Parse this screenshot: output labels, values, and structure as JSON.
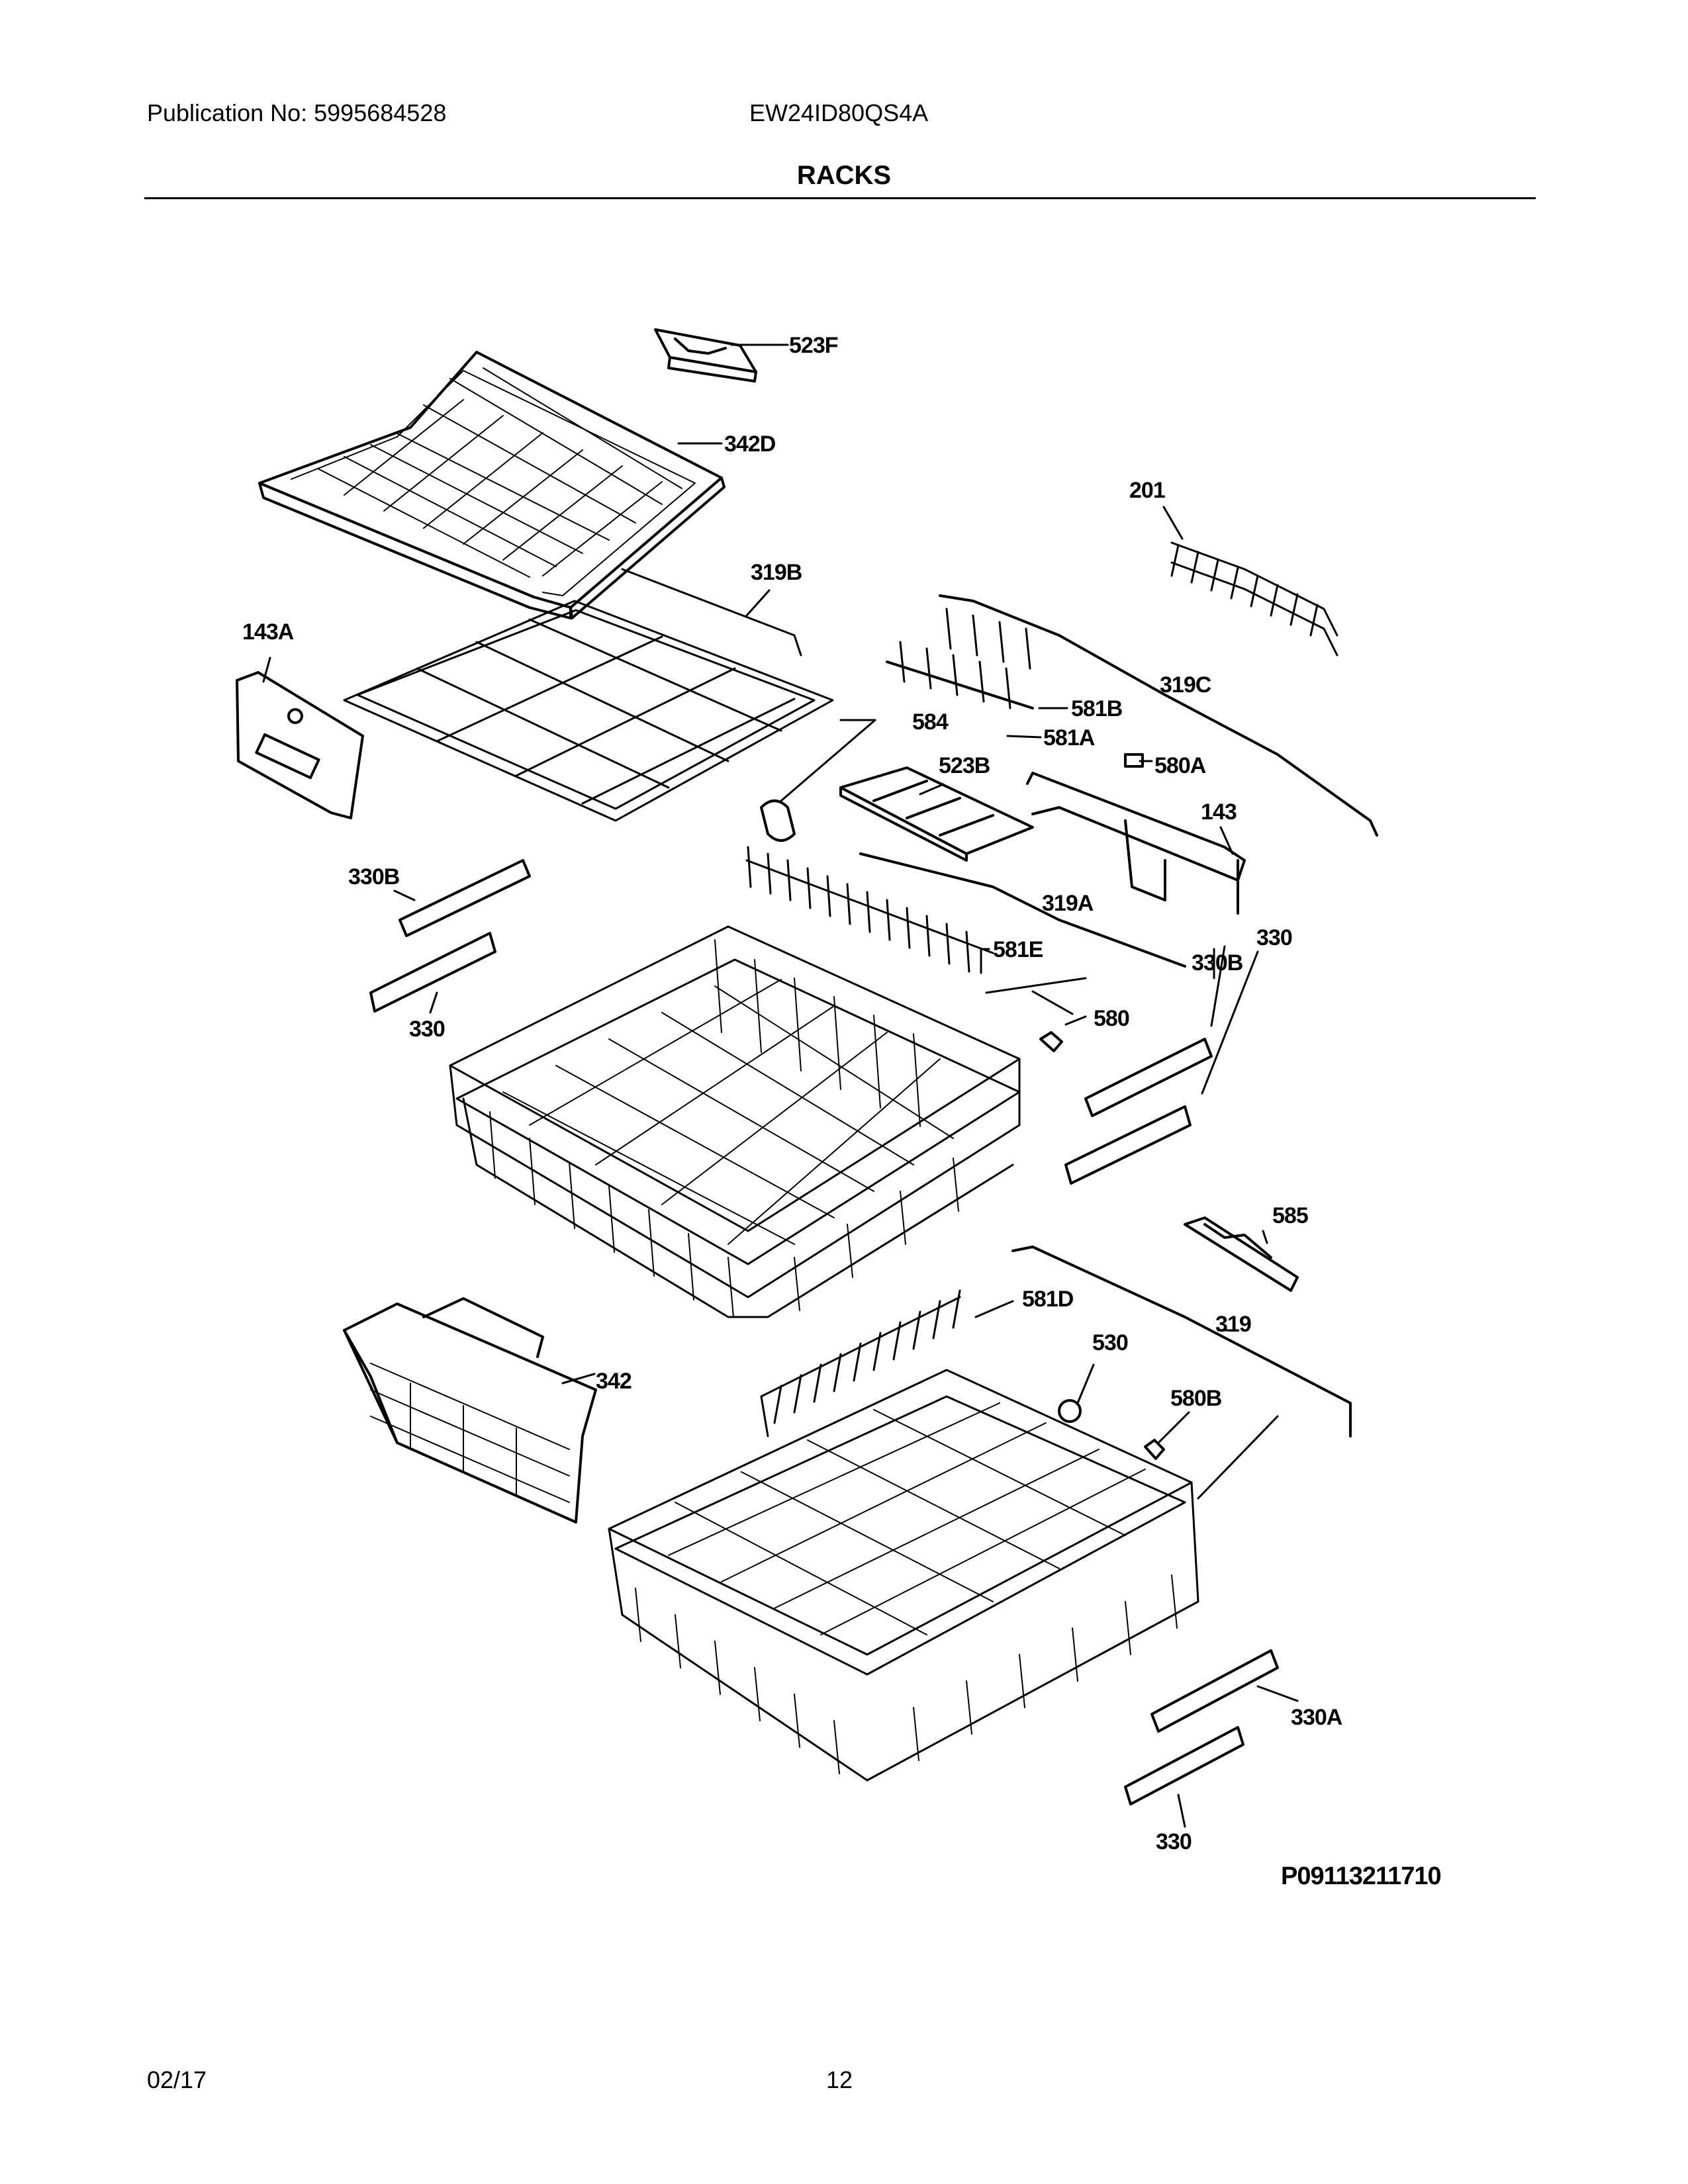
{
  "header": {
    "publication": "Publication No: 5995684528",
    "model": "EW24ID80QS4A",
    "title": "RACKS"
  },
  "diagram": {
    "callouts": [
      "523F",
      "342D",
      "201",
      "319B",
      "143A",
      "319C",
      "581B",
      "584",
      "581A",
      "523B",
      "580A",
      "143",
      "330B",
      "319A",
      "330",
      "581E",
      "330B",
      "330",
      "580",
      "585",
      "581D",
      "342",
      "319",
      "530",
      "580B",
      "330A",
      "330"
    ],
    "figure_code": "P09113211710"
  },
  "footer": {
    "date": "02/17",
    "page": "12"
  }
}
